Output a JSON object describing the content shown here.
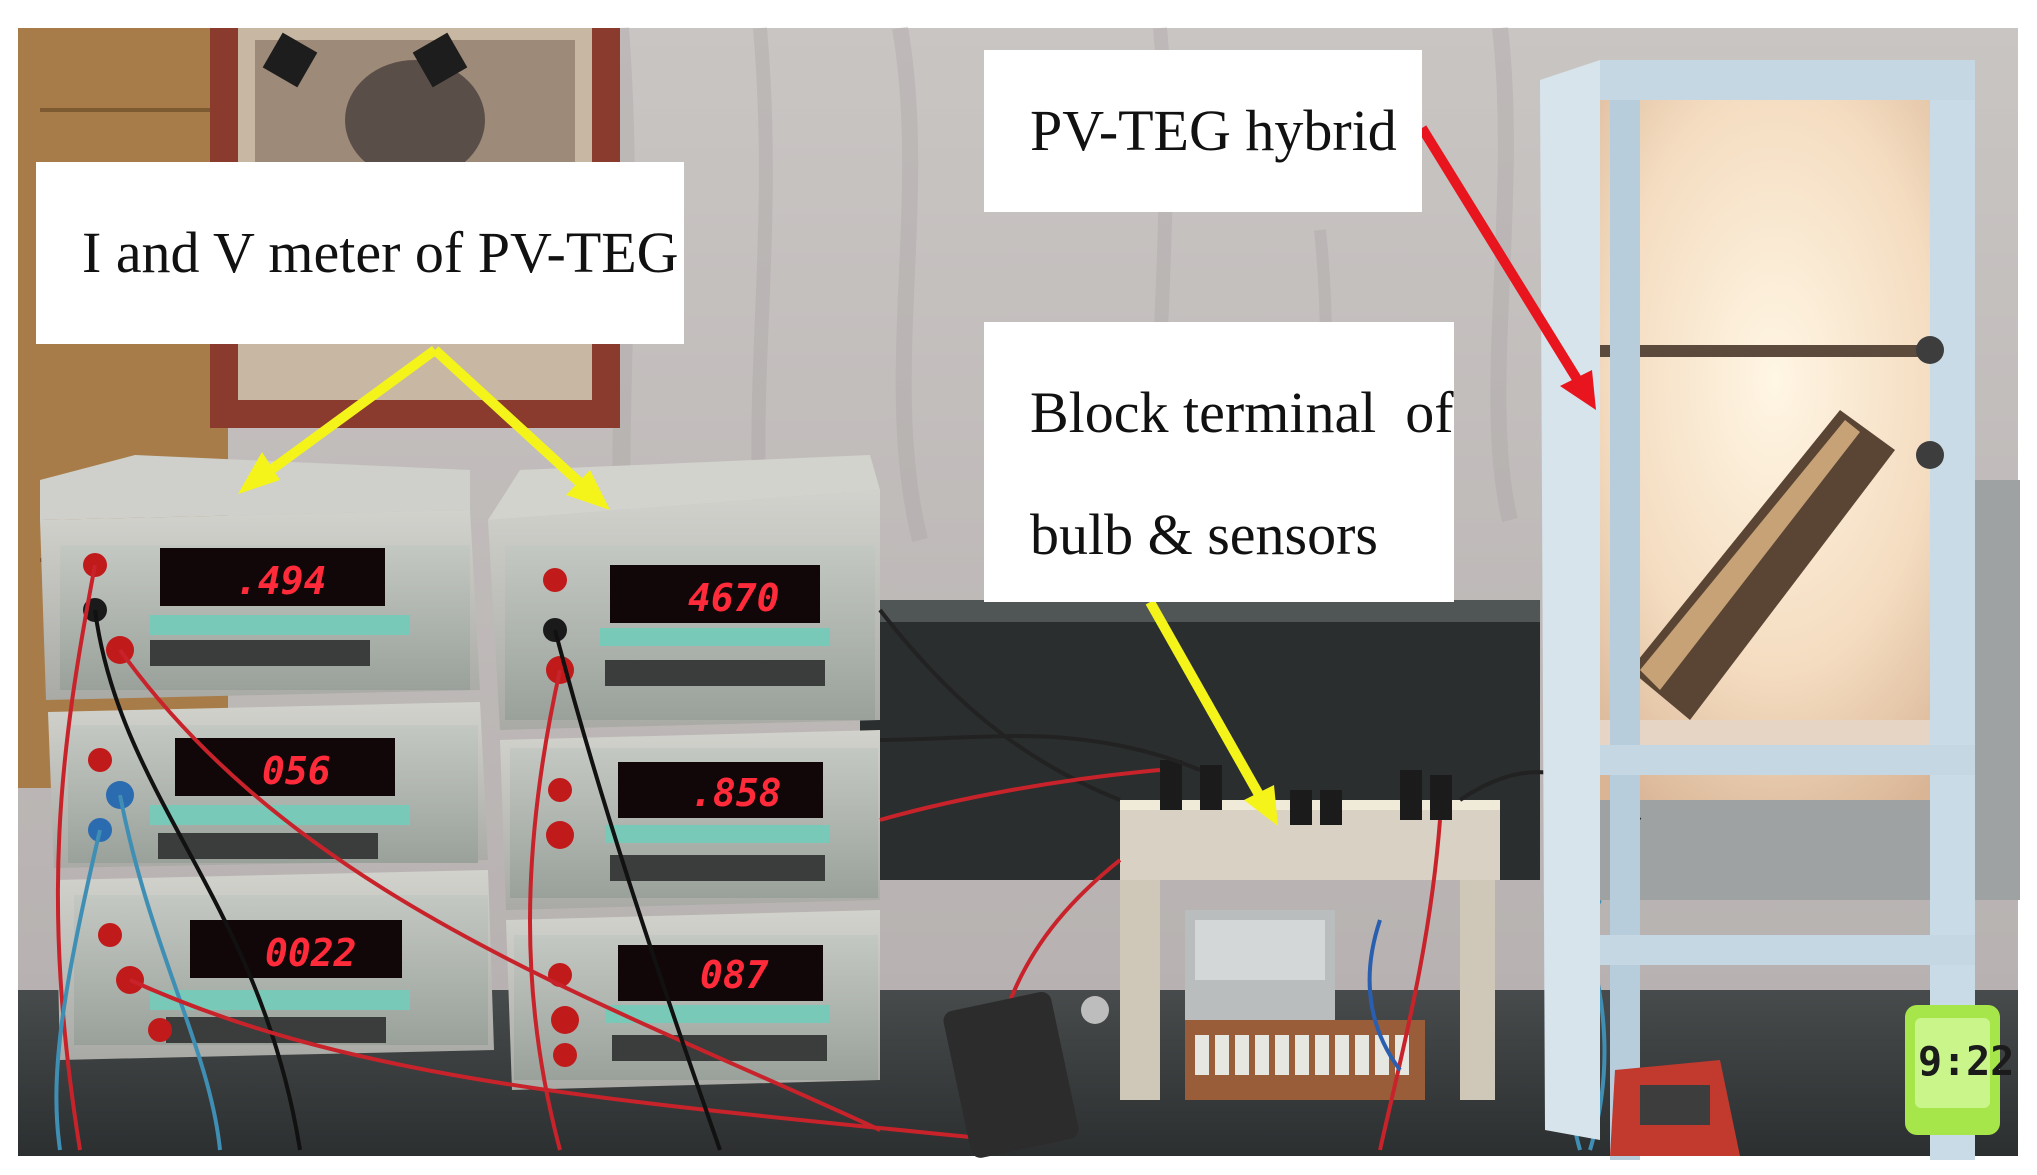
{
  "callouts": {
    "meter_label": "I and V meter of PV-TEG",
    "hybrid_label": "PV-TEG hybrid",
    "block_line1": "Block terminal  of",
    "block_line2": "bulb & sensors"
  },
  "meter_readings": {
    "left_top": ".494",
    "left_middle": "056",
    "left_bottom": "0022",
    "right_top": "4670",
    "right_middle": ".858",
    "right_bottom": "087"
  },
  "timer_display": "9:22",
  "colors": {
    "yellow_arrow": "#f4f41a",
    "red_arrow": "#e8141e",
    "led_red": "#ff2a3a",
    "timer_green": "#a6e64a"
  }
}
